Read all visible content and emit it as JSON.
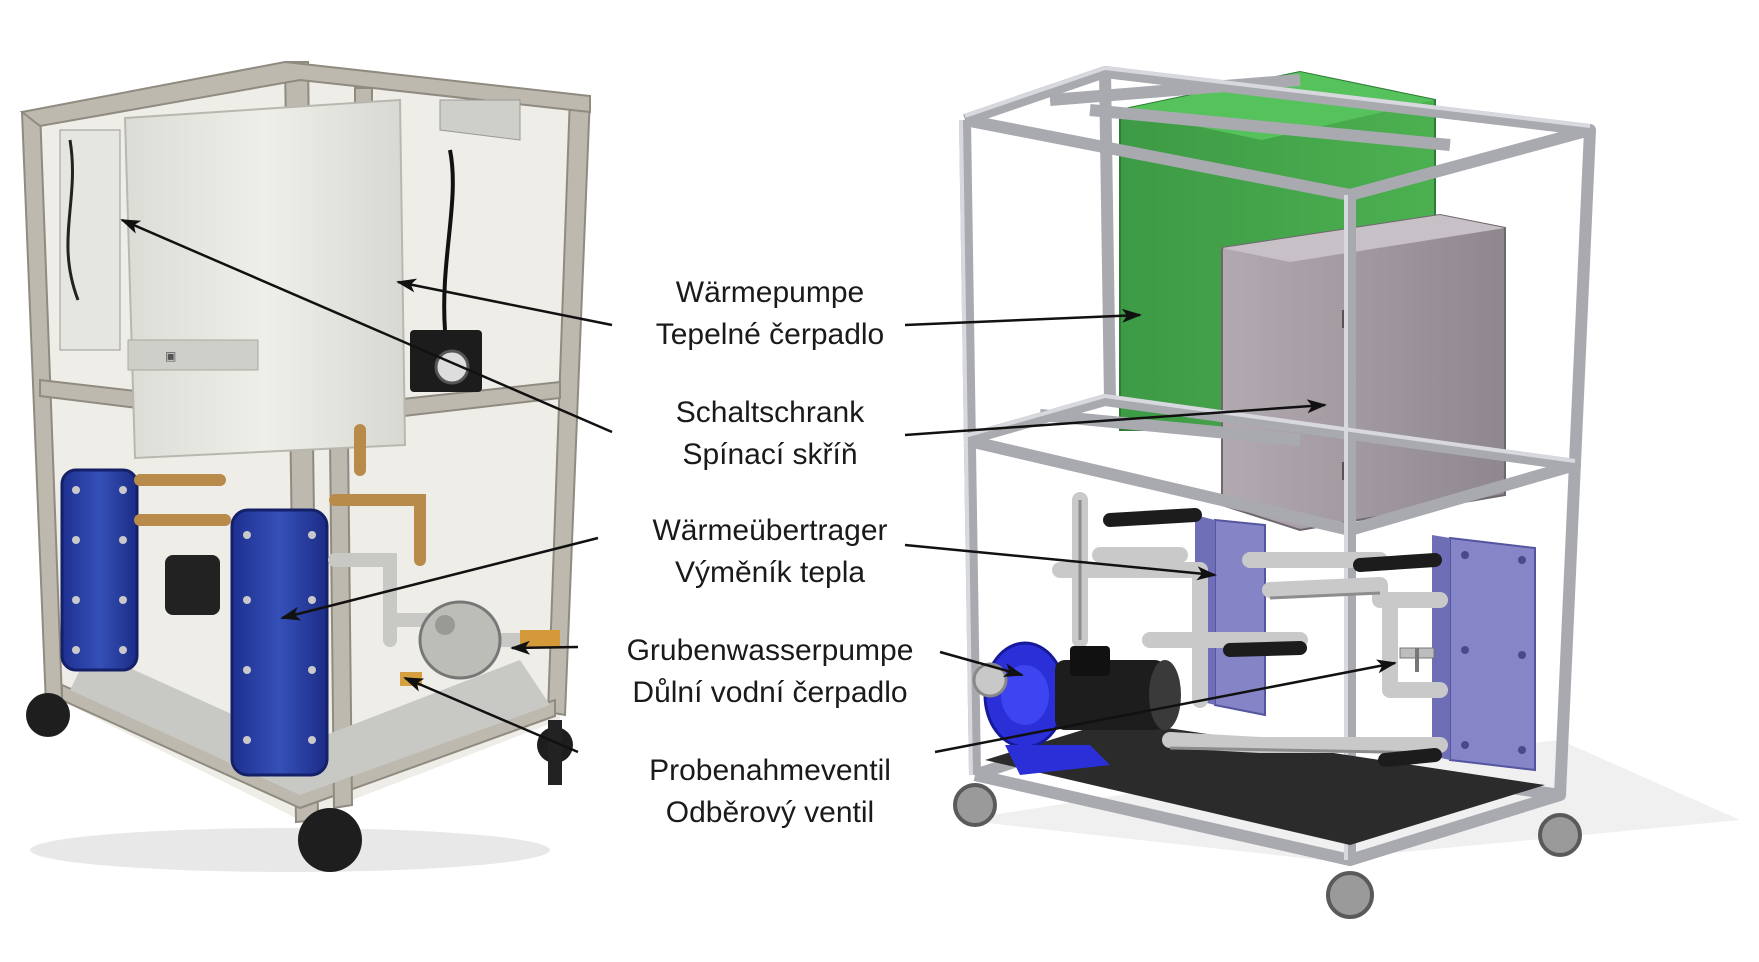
{
  "labels": [
    {
      "id": "heat-pump",
      "de": "Wärmepumpe",
      "cs": "Tepelné čerpadlo"
    },
    {
      "id": "control-cabinet",
      "de": "Schaltschrank",
      "cs": "Spínací skříň"
    },
    {
      "id": "heat-exchanger",
      "de": "Wärmeübertrager",
      "cs": "Výměník tepla"
    },
    {
      "id": "mine-water-pump",
      "de": "Grubenwasserpumpe",
      "cs": "Důlní vodní čerpadlo"
    },
    {
      "id": "sampling-valve",
      "de": "Probenahmeventil",
      "cs": "Odběrový ventil"
    }
  ],
  "colors": {
    "frame": "#b8b6ad",
    "heat_pump_box": "#4cb050",
    "cabinet_box": "#a79fa6",
    "exchanger_blue": "#2e46a8",
    "pump_blue": "#2a2fd8",
    "floor_plate": "#2b2b2b"
  }
}
